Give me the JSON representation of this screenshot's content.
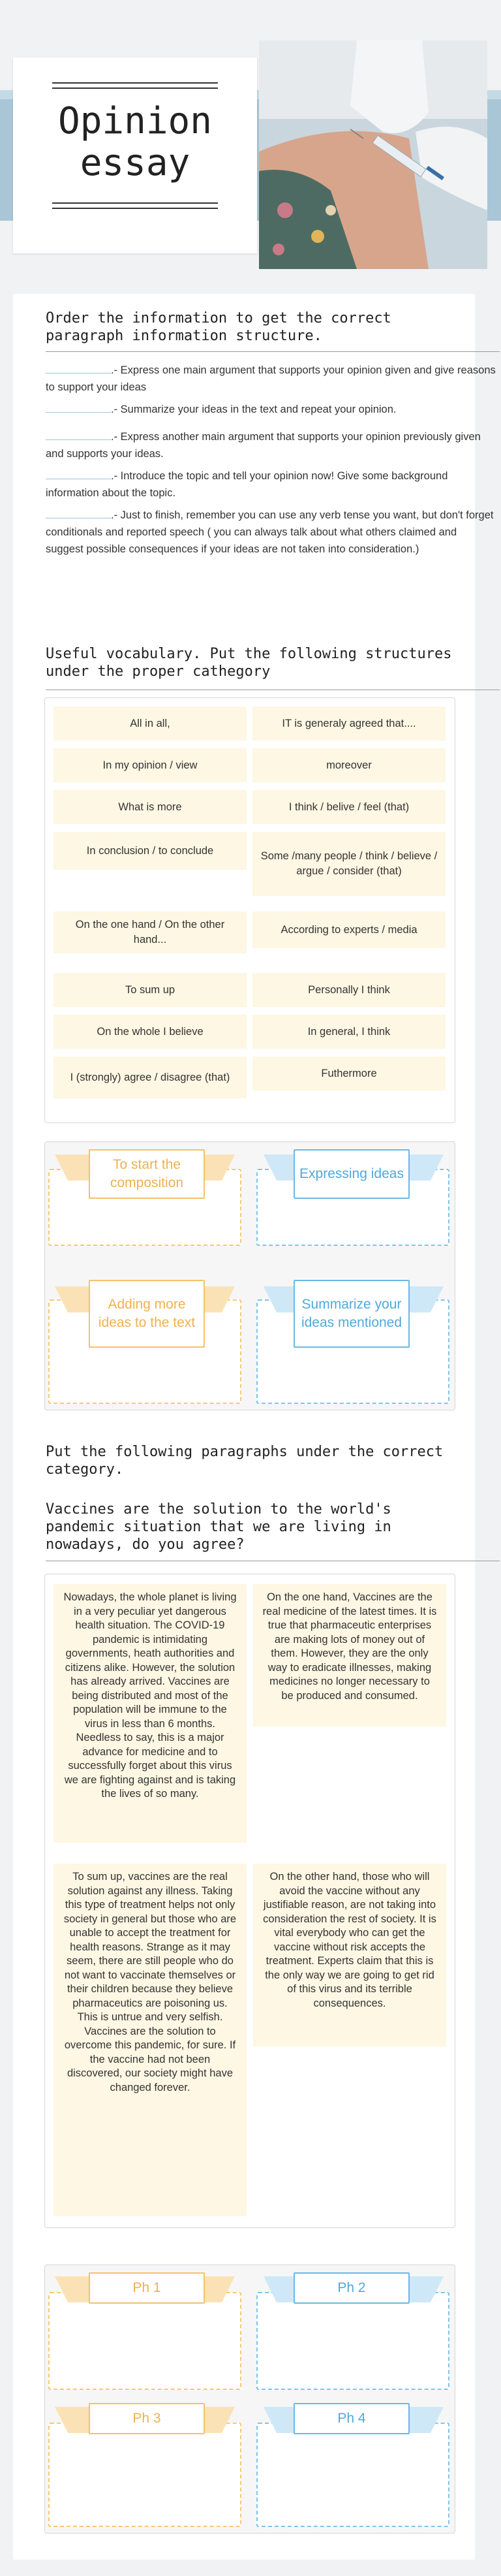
{
  "title": {
    "line1": "Opinion",
    "line2": "essay"
  },
  "order": {
    "heading": "Order the information to get the correct paragraph information structure.",
    "items": [
      ".- Express one main argument that supports your opinion given and give reasons to support your ideas",
      ".- Summarize your ideas in the text and repeat your opinion.",
      ".- Express another main argument that supports your opinion previously given and supports your ideas.",
      ".- Introduce the topic and tell your opinion now! Give some background information about the topic.",
      ".- Just to finish, remember you can use any verb tense you want, but don't forget conditionals and reported speech ( you can always talk about what others claimed and suggest possible consequences if your ideas are not taken into consideration.)"
    ]
  },
  "vocab": {
    "heading": "Useful vocabulary. Put the following structures under the proper cathegory",
    "items": [
      "All in all,",
      "IT is generaly agreed that....",
      "In my opinion / view",
      "moreover",
      "What is more",
      "I think / belive / feel (that)",
      "In conclusion / to conclude",
      "Some /many people / think / believe / argue / consider (that)",
      "On the one hand / On the other hand...",
      "According to experts / media",
      "To sum up",
      "Personally I think",
      "On the whole I believe",
      "In general, I think",
      "I (strongly)  agree / disagree (that)",
      "Futhermore"
    ],
    "categories": [
      "To start the composition",
      "Expressing ideas",
      "Adding more ideas to the text",
      "Summarize your ideas mentioned"
    ]
  },
  "paragraphs": {
    "heading": "Put the following paragraphs under the correct category.",
    "question": "Vaccines are the solution to the world's pandemic situation that we are living in nowadays, do you agree?",
    "items": [
      "Nowadays, the whole planet is living in a very peculiar yet dangerous health situation. The COVID-19 pandemic is intimidating governments, heath authorities and citizens alike. However, the solution has already arrived. Vaccines are being distributed and most of the population will be immune to the virus in less than 6 months. Needless to say, this is a major advance for medicine and to successfully forget about this virus we are fighting against and is taking the lives of so many.",
      "On the one hand, Vaccines are the real medicine of the latest times. It is true that pharmaceutic enterprises are making lots of money out of them. However, they are the only way to eradicate illnesses, making medicines no longer necessary to be produced and consumed.",
      "To sum up, vaccines are the real solution against any illness. Taking this type of treatment helps not only society in general but those who are unable to accept the treatment for health reasons. Strange as it may seem, there are still people who do not want to vaccinate themselves or their children because they believe pharmaceutics are poisoning us. This is untrue and very selfish. Vaccines are the solution to overcome this pandemic, for sure. If the vaccine had not been discovered, our society might have changed forever.",
      "On the other hand, those who will avoid the vaccine without any justifiable reason, are not taking into consideration the rest of society. It is vital everybody who can get the vaccine without risk accepts the treatment. Experts claim that this is the only way we are going to get rid of this virus and its terrible consequences."
    ],
    "categories": [
      "Ph 1",
      "Ph 2",
      "Ph 3",
      "Ph 4"
    ]
  },
  "colors": {
    "orange": "#f5c16a",
    "blue": "#6ab9e6",
    "cream": "#fdf7e3",
    "header": "#a9c6d6"
  },
  "icons": [
    "ribbon-banner-icon",
    "vaccine-photo"
  ]
}
